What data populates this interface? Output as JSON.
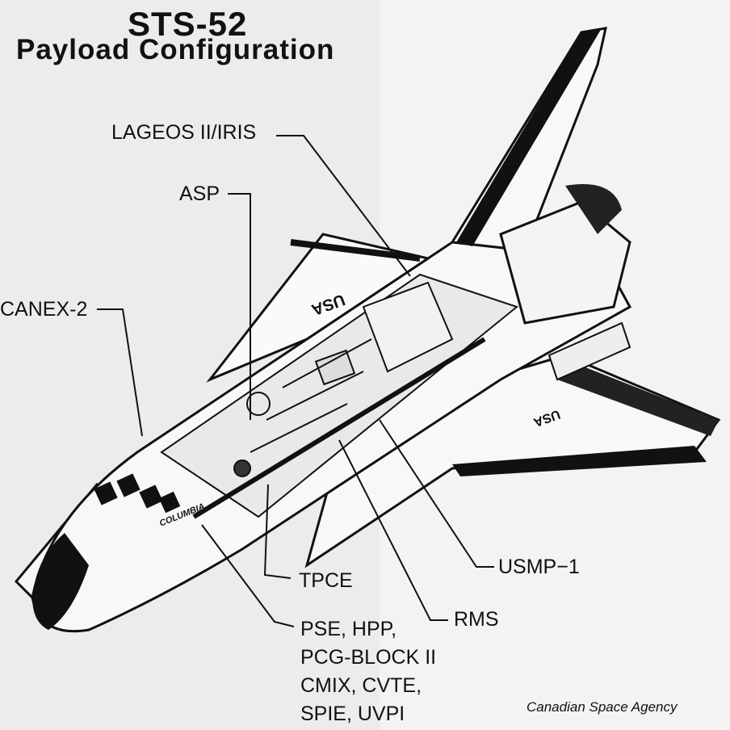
{
  "title": {
    "line1": "STS-52",
    "line2": "Payload Configuration"
  },
  "labels": {
    "lageos": "LAGEOS II/IRIS",
    "asp": "ASP",
    "canex": "CANEX-2",
    "tpce": "TPCE",
    "usmp": "USMP−1",
    "rms": "RMS",
    "pse_lines": [
      "PSE, HPP,",
      "PCG-BLOCK II",
      "CMIX, CVTE,",
      "SPIE, UVPI"
    ]
  },
  "orbiter_markings": {
    "name": "COLUMBIA",
    "wing": "USA",
    "fuselage": "USA"
  },
  "credit": "Canadian Space Agency"
}
